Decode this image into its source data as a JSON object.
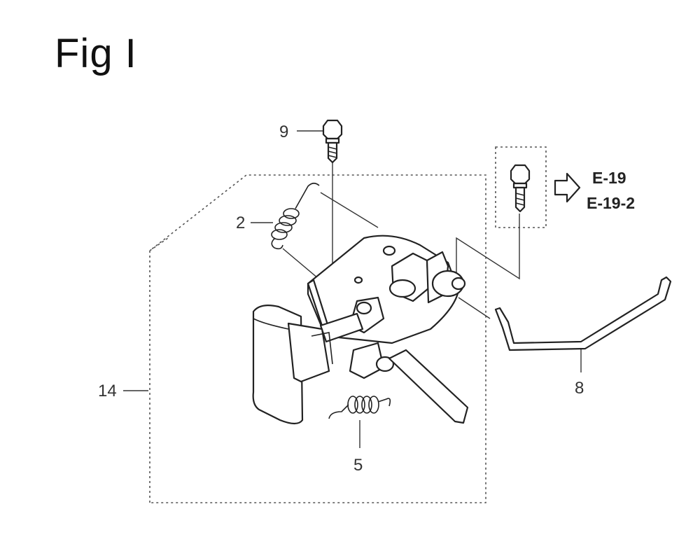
{
  "figure": {
    "title": "Fig I"
  },
  "callouts": {
    "c9": "9",
    "c2": "2",
    "c14": "14",
    "c5": "5",
    "c8": "8"
  },
  "reference": {
    "line1": "E-19",
    "line2": "E-19-2"
  }
}
